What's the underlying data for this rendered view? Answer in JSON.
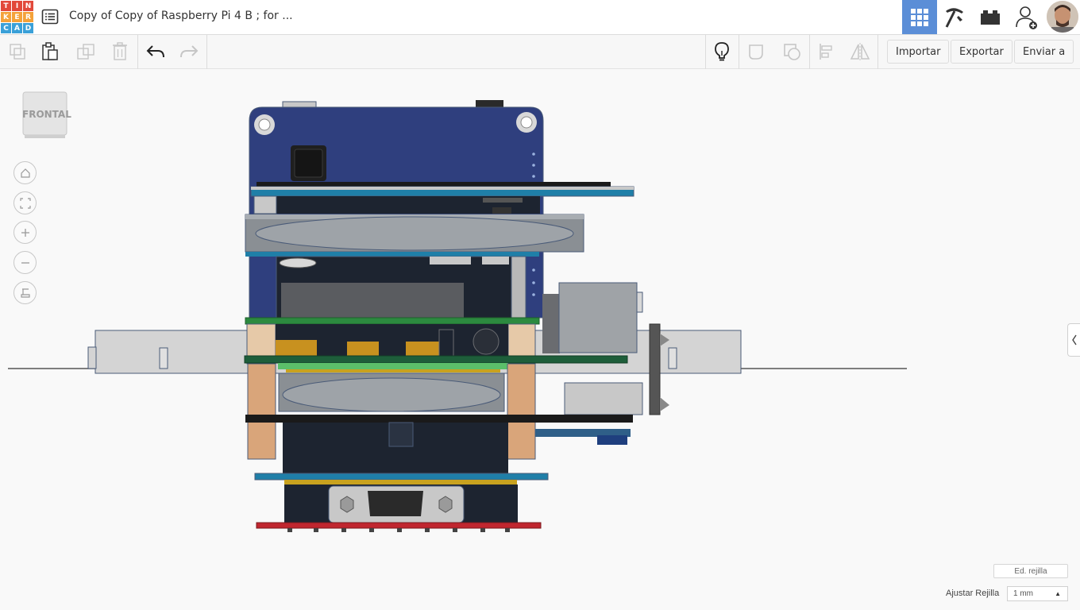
{
  "header": {
    "logo": {
      "letters": [
        "T",
        "I",
        "N",
        "K",
        "E",
        "R",
        "C",
        "A",
        "D"
      ],
      "colors": [
        "#e2493b",
        "#e2493b",
        "#e2493b",
        "#f4a23a",
        "#f4a23a",
        "#f4a23a",
        "#3aa0d8",
        "#3aa0d8",
        "#3aa0d8"
      ]
    },
    "doc_list_icon": "list-icon",
    "title": "Copy of Copy of Raspberry Pi 4 B ; for ...",
    "buttons": [
      {
        "name": "3d-design-button",
        "icon": "grid-icon",
        "active": true
      },
      {
        "name": "codeblocks-button",
        "icon": "pickaxe-icon",
        "active": false
      },
      {
        "name": "bricks-button",
        "icon": "brick-icon",
        "active": false
      },
      {
        "name": "invite-user-button",
        "icon": "add-user-icon",
        "active": false
      }
    ]
  },
  "toolbar": {
    "import_label": "Importar",
    "export_label": "Exportar",
    "send_label": "Enviar a"
  },
  "viewport": {
    "viewcube_label": "FRONTAL",
    "edit_grid_label": "Ed. rejilla",
    "snap_grid_label": "Ajustar Rejilla",
    "snap_grid_value": "1 mm"
  },
  "colors": {
    "accent": "#5b8ed7",
    "board_blue": "#2f3f7e",
    "board_green": "#2c8a3f",
    "board_red": "#c0262f",
    "standoff": "#d9a57a"
  }
}
